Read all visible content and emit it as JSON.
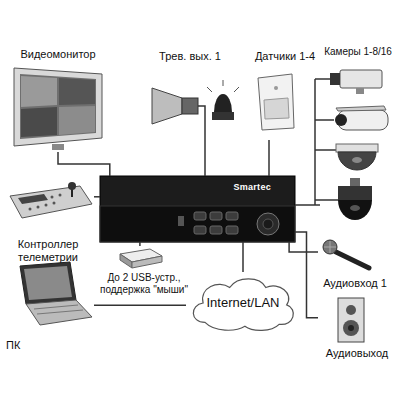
{
  "diagram": {
    "nodes": [
      {
        "text": [
          "Видеомонитор"
        ]
      },
      {
        "text": [
          "Трев. вых. 1"
        ]
      },
      {
        "text": [
          "Датчики 1-4"
        ]
      },
      {
        "text": [
          "Камеры 1-8/16"
        ]
      },
      {
        "text": [
          "Smartec"
        ]
      },
      {
        "text": [
          "Контроллер телеметрии"
        ]
      },
      {
        "text": [
          "До 2 USB-устр., поддержка \"мыши\""
        ]
      },
      {
        "text": [
          "Internet/LAN"
        ]
      },
      {
        "text": [
          "ПК"
        ]
      },
      {
        "text": [
          "Аудиовход 1"
        ]
      },
      {
        "text": [
          "Аудиовыход"
        ]
      }
    ],
    "edges": [
      {
        "from": 0,
        "to": 4,
        "arrow": "none"
      },
      {
        "from": 1,
        "to": 4,
        "arrow": "none"
      },
      {
        "from": 2,
        "to": 4,
        "arrow": "none"
      },
      {
        "from": 3,
        "to": 4,
        "arrow": "none"
      },
      {
        "from": 5,
        "to": 4,
        "arrow": "none"
      },
      {
        "from": 6,
        "to": 4,
        "arrow": "none"
      },
      {
        "from": 7,
        "to": 4,
        "arrow": "none"
      },
      {
        "from": 8,
        "to": 7,
        "arrow": "none"
      },
      {
        "from": 9,
        "to": 4,
        "arrow": "none"
      },
      {
        "from": 10,
        "to": 4,
        "arrow": "none"
      }
    ]
  }
}
